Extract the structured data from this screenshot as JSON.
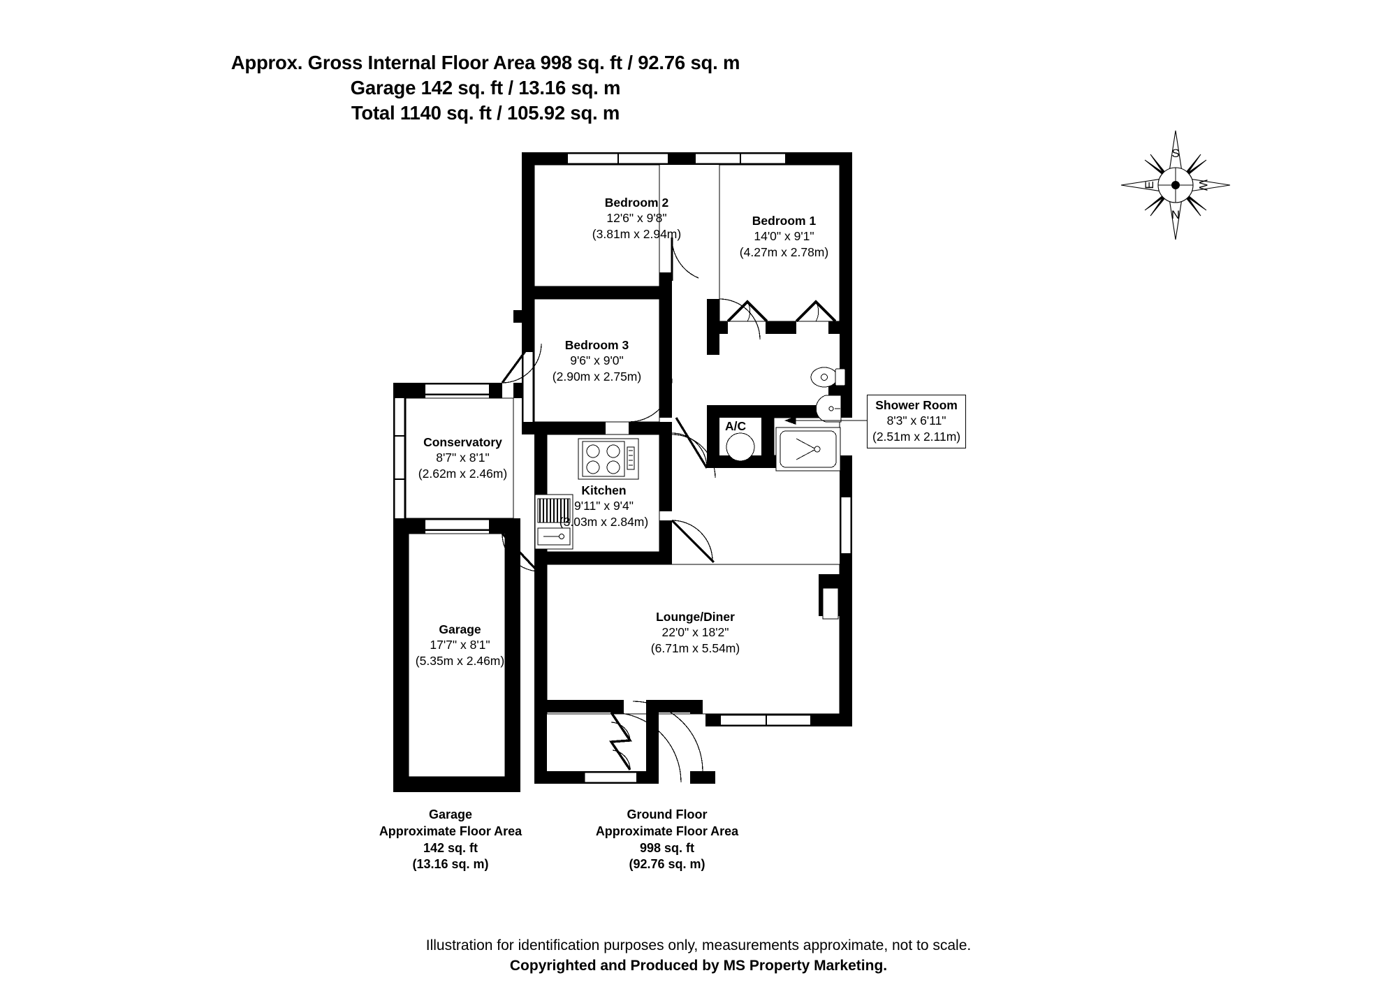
{
  "header": {
    "line1": "Approx. Gross Internal Floor Area 998 sq. ft / 92.76 sq. m",
    "line2": "Garage 142 sq. ft / 13.16 sq. m",
    "line3": "Total 1140 sq. ft / 105.92 sq. m"
  },
  "rooms": [
    {
      "key": "bedroom2",
      "name": "Bedroom 2",
      "dim_imperial": "12'6\" x 9'8\"",
      "dim_metric": "(3.81m x 2.94m)"
    },
    {
      "key": "bedroom1",
      "name": "Bedroom 1",
      "dim_imperial": "14'0\" x 9'1\"",
      "dim_metric": "(4.27m x 2.78m)"
    },
    {
      "key": "bedroom3",
      "name": "Bedroom 3",
      "dim_imperial": "9'6\" x 9'0\"",
      "dim_metric": "(2.90m x 2.75m)"
    },
    {
      "key": "shower_room",
      "name": "Shower Room",
      "dim_imperial": "8'3\" x 6'11\"",
      "dim_metric": "(2.51m x 2.11m)"
    },
    {
      "key": "conservatory",
      "name": "Conservatory",
      "dim_imperial": "8'7\" x 8'1\"",
      "dim_metric": "(2.62m x 2.46m)"
    },
    {
      "key": "kitchen",
      "name": "Kitchen",
      "dim_imperial": "9'11\" x 9'4\"",
      "dim_metric": "(3.03m x 2.84m)"
    },
    {
      "key": "garage",
      "name": "Garage",
      "dim_imperial": "17'7\" x 8'1\"",
      "dim_metric": "(5.35m x 2.46m)"
    },
    {
      "key": "lounge_diner",
      "name": "Lounge/Diner",
      "dim_imperial": "22'0\" x 18'2\"",
      "dim_metric": "(6.71m x 5.54m)"
    }
  ],
  "ac_cupboard": {
    "label": "A/C"
  },
  "area_blocks": [
    {
      "key": "garage_area",
      "title": "Garage",
      "subtitle": "Approximate Floor Area",
      "sqft": "142 sq. ft",
      "sqm": "(13.16 sq. m)"
    },
    {
      "key": "ground_floor_area",
      "title": "Ground Floor",
      "subtitle": "Approximate Floor Area",
      "sqft": "998 sq. ft",
      "sqm": "(92.76 sq. m)"
    }
  ],
  "compass": {
    "north": "N",
    "south": "S",
    "east": "E",
    "west": "W"
  },
  "footer": {
    "disclaimer": "Illustration for identification purposes only, measurements approximate, not to scale.",
    "copyright": "Copyrighted  and Produced by MS Property Marketing."
  },
  "colors": {
    "wall": "#000000",
    "background": "#ffffff",
    "fixture_stroke": "#000000"
  }
}
